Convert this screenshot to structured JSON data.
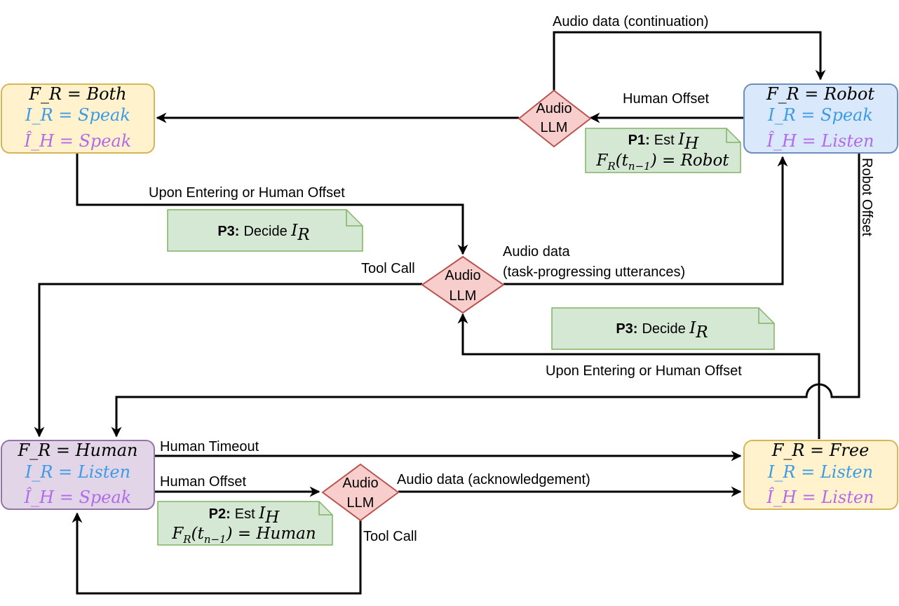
{
  "states": {
    "both": {
      "f": "F_R = Both",
      "i": "I_R = Speak",
      "h": "Î_H = Speak"
    },
    "robot": {
      "f": "F_R = Robot",
      "i": "I_R = Speak",
      "h": "Î_H = Listen"
    },
    "human": {
      "f": "F_R = Human",
      "i": "I_R = Listen",
      "h": "Î_H = Speak"
    },
    "free": {
      "f": "F_R = Free",
      "i": "I_R = Listen",
      "h": "Î_H = Listen"
    }
  },
  "decisions": {
    "top": {
      "line1": "Audio",
      "line2": "LLM"
    },
    "middle": {
      "line1": "Audio",
      "line2": "LLM"
    },
    "bottom": {
      "line1": "Audio",
      "line2": "LLM"
    }
  },
  "notes": {
    "p1": {
      "bold": "P1:",
      "text": "Est I_H",
      "line2": "F_R(t_{n−1}) = Robot"
    },
    "p2": {
      "bold": "P2:",
      "text": "Est I_H",
      "line2": "F_R(t_{n−1}) = Human"
    },
    "p3a": {
      "bold": "P3:",
      "text": "Decide I_R"
    },
    "p3b": {
      "bold": "P3:",
      "text": "Decide I_R"
    }
  },
  "edges": {
    "audio_continuation": "Audio data (continuation)",
    "human_offset_top": "Human Offset",
    "robot_offset": "Robot Offset",
    "upon_entering_top": "Upon Entering or Human Offset",
    "audio_task_1": "Audio data",
    "audio_task_2": "(task-progressing utterances)",
    "tool_call_mid": "Tool Call",
    "upon_entering_bottom": "Upon Entering or Human Offset",
    "human_timeout": "Human Timeout",
    "human_offset_bottom": "Human Offset",
    "audio_ack": "Audio data (acknowledgement)",
    "tool_call_bottom": "Tool Call"
  },
  "colors": {
    "both_fill": "#fff2cc",
    "both_stroke": "#d6b656",
    "robot_fill": "#dae8fc",
    "robot_stroke": "#6c8ebf",
    "human_fill": "#e1d5e7",
    "human_stroke": "#9673a6",
    "free_fill": "#fff2cc",
    "free_stroke": "#d6b656",
    "decision_fill": "#f8cecc",
    "decision_stroke": "#b85450",
    "note_fill": "#d5e8d4",
    "note_stroke": "#82b366",
    "intent_r": "#3c9be6",
    "intent_h": "#b26be8"
  }
}
